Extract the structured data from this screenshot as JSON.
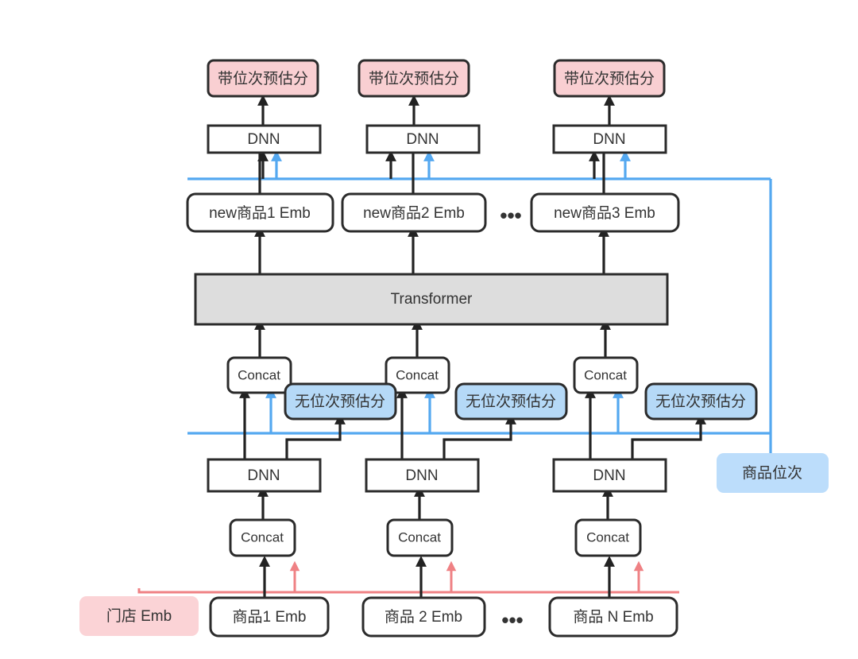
{
  "diagram": {
    "title": "Ranking model architecture with position-aware prediction",
    "colors": {
      "pink_fill": "#f9cfd2",
      "blue_fill": "#b5d9f7",
      "gray_fill": "#dddddd",
      "white_fill": "#ffffff",
      "border": "#2b2b2b",
      "blue_edge": "#54a8f0",
      "red_edge": "#ef8184",
      "black_edge": "#222222"
    },
    "labels": {
      "output_score": "带位次预估分",
      "dnn": "DNN",
      "concat": "Concat",
      "transformer": "Transformer",
      "no_position_score": "无位次预估分",
      "item_position": "商品位次",
      "store_emb": "门店 Emb",
      "ellipsis": "•••"
    },
    "columns": [
      {
        "index": 1,
        "output_score": "带位次预估分",
        "top_dnn": "DNN",
        "new_item_emb": "new商品1 Emb",
        "upper_concat": "Concat",
        "no_position_score": "无位次预估分",
        "bottom_dnn": "DNN",
        "bottom_concat": "Concat",
        "item_emb": "商品1 Emb"
      },
      {
        "index": 2,
        "output_score": "带位次预估分",
        "top_dnn": "DNN",
        "new_item_emb": "new商品2 Emb",
        "upper_concat": "Concat",
        "no_position_score": "无位次预估分",
        "bottom_dnn": "DNN",
        "bottom_concat": "Concat",
        "item_emb": "商品 2 Emb"
      },
      {
        "index": 3,
        "output_score": "带位次预估分",
        "top_dnn": "DNN",
        "new_item_emb": "new商品3 Emb",
        "upper_concat": "Concat",
        "no_position_score": "无位次预估分",
        "bottom_dnn": "DNN",
        "bottom_concat": "Concat",
        "item_emb": "商品 N Emb"
      }
    ],
    "shared_nodes": {
      "transformer": "Transformer",
      "item_position": "商品位次",
      "store_emb": "门店 Emb"
    },
    "ellipses": {
      "new_emb_row": "•••",
      "item_emb_row": "•••"
    }
  }
}
